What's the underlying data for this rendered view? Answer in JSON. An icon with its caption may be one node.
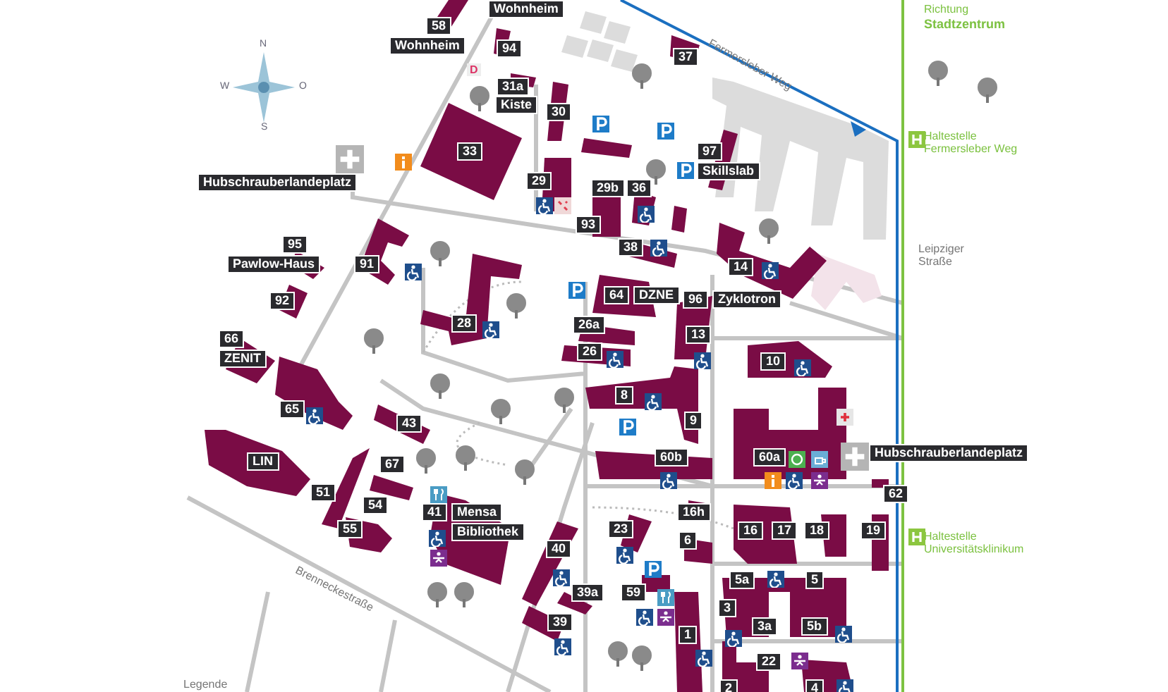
{
  "diagram": {
    "labels": [
      "Wohnheim",
      "Richtung",
      "58",
      "Stadtzentrum",
      "N",
      "Wohnheim",
      "94",
      "D",
      "37",
      "Fermersleber Weg",
      "W",
      "O",
      "31a",
      "Kiste",
      "30",
      "S",
      "Haltestelle Fermersleber Weg",
      "33",
      "97",
      "Skillslab",
      "Hubschrauberlandeplatz",
      "29",
      "29b",
      "36",
      "93",
      "95",
      "38",
      "Leipziger Straße",
      "Pawlow-Haus",
      "91",
      "14",
      "92",
      "64",
      "DZNE",
      "96",
      "Zyklotron",
      "28",
      "26a",
      "13",
      "66",
      "26",
      "ZENIT",
      "10",
      "8",
      "65",
      "43",
      "9",
      "60b",
      "60a",
      "Hubschrauberlandeplatz",
      "LIN",
      "67",
      "51",
      "62",
      "54",
      "41",
      "Mensa",
      "16h",
      "55",
      "Bibliothek",
      "23",
      "16",
      "17",
      "18",
      "19",
      "Haltestelle Universitätsklinikum",
      "6",
      "40",
      "Brenneckestraße",
      "5a",
      "5",
      "39a",
      "59",
      "3",
      "39",
      "3a",
      "5b",
      "1",
      "22",
      "Legende",
      "2",
      "4"
    ]
  }
}
